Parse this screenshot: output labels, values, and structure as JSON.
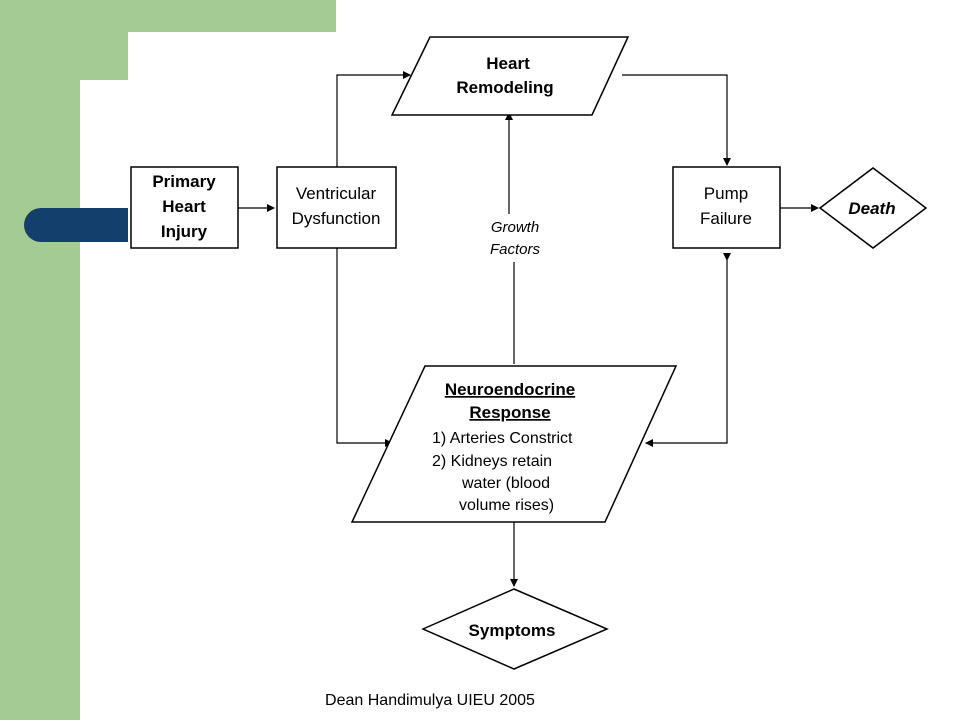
{
  "nodes": {
    "primary_heart_injury": [
      "Primary",
      "Heart",
      "Injury"
    ],
    "ventricular_dysfunction": [
      "Ventricular",
      "Dysfunction"
    ],
    "heart_remodeling": [
      "Heart",
      "Remodeling"
    ],
    "pump_failure": [
      "Pump",
      "Failure"
    ],
    "death": "Death",
    "growth_factors": [
      "Growth",
      "Factors"
    ],
    "neuroendocrine_title": [
      "Neuroendocrine",
      "Response"
    ],
    "neuroendocrine_items": [
      "1)  Arteries Constrict",
      "2)  Kidneys retain",
      "water (blood",
      "volume rises)"
    ],
    "symptoms": "Symptoms"
  },
  "footer": "Dean Handimulya UIEU 2005",
  "colors": {
    "green": "#a3cb93",
    "blue": "#123f6b"
  }
}
